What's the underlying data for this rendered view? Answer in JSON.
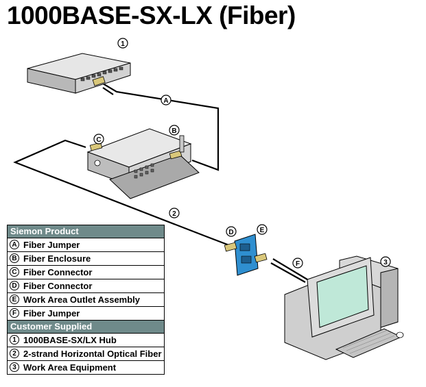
{
  "title": "1000BASE-SX-LX (Fiber)",
  "diagram_labels": {
    "hub": "1",
    "jumper_a": "A",
    "enclosure_b": "B",
    "connector_c": "C",
    "horizontal_fiber": "2",
    "connector_d": "D",
    "outlet_e": "E",
    "jumper_f": "F",
    "equipment": "3"
  },
  "legend": {
    "siemon_header": "Siemon Product",
    "siemon_items": [
      {
        "marker": "A",
        "label": "Fiber Jumper"
      },
      {
        "marker": "B",
        "label": "Fiber Enclosure"
      },
      {
        "marker": "C",
        "label": "Fiber Connector"
      },
      {
        "marker": "D",
        "label": "Fiber Connector"
      },
      {
        "marker": "E",
        "label": "Work Area Outlet Assembly"
      },
      {
        "marker": "F",
        "label": "Fiber Jumper"
      }
    ],
    "customer_header": "Customer Supplied",
    "customer_items": [
      {
        "marker": "1",
        "label": "1000BASE-SX/LX Hub"
      },
      {
        "marker": "2",
        "label": "2-strand Horizontal Optical Fiber"
      },
      {
        "marker": "3",
        "label": "Work Area Equipment"
      }
    ]
  },
  "colors": {
    "legend_header": "#6f8a8a",
    "connector": "#d9c77a",
    "outlet_plate": "#2f8fd0",
    "monitor_screen": "#bfe8d8",
    "device_gray": "#c8c8c8"
  }
}
